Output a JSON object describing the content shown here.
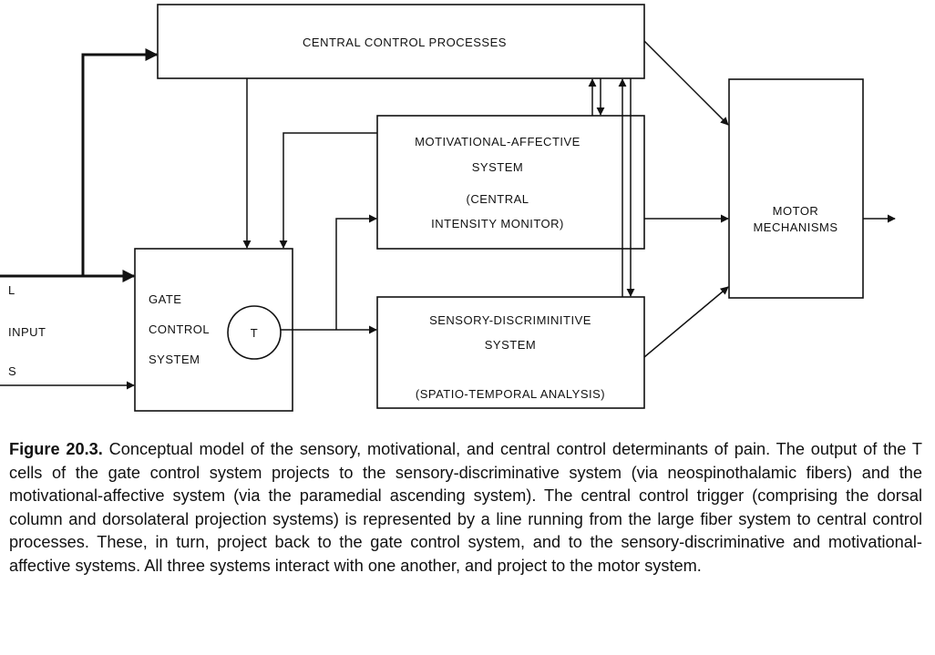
{
  "diagram": {
    "central": "CENTRAL CONTROL PROCESSES",
    "motivational": [
      "MOTIVATIONAL-AFFECTIVE",
      "SYSTEM",
      "(CENTRAL",
      "INTENSITY MONITOR)"
    ],
    "sensory": [
      "SENSORY-DISCRIMINITIVE",
      "SYSTEM",
      "(SPATIO-TEMPORAL ANALYSIS)"
    ],
    "gate": [
      "GATE",
      "CONTROL",
      "SYSTEM"
    ],
    "t_cell": "T",
    "motor": [
      "MOTOR",
      "MECHANISMS"
    ],
    "input_l": "L",
    "input": "INPUT",
    "input_s": "S"
  },
  "caption": {
    "label": "Figure 20.3.",
    "text": "Conceptual model of the sensory, motivational, and central control determinants of pain. The output of the T cells of the gate control system projects to the sensory-discriminative system (via neospinothalamic fibers) and the motivational-affective system (via the paramedial ascending system). The central control trigger (comprising the dorsal column and dorsolateral projection systems) is represented by a line running from the large fiber system to central control processes. These, in turn, project back to the gate control system, and to the sensory-discriminative and motivational-affective systems. All three systems interact with one another, and project to the motor system."
  }
}
